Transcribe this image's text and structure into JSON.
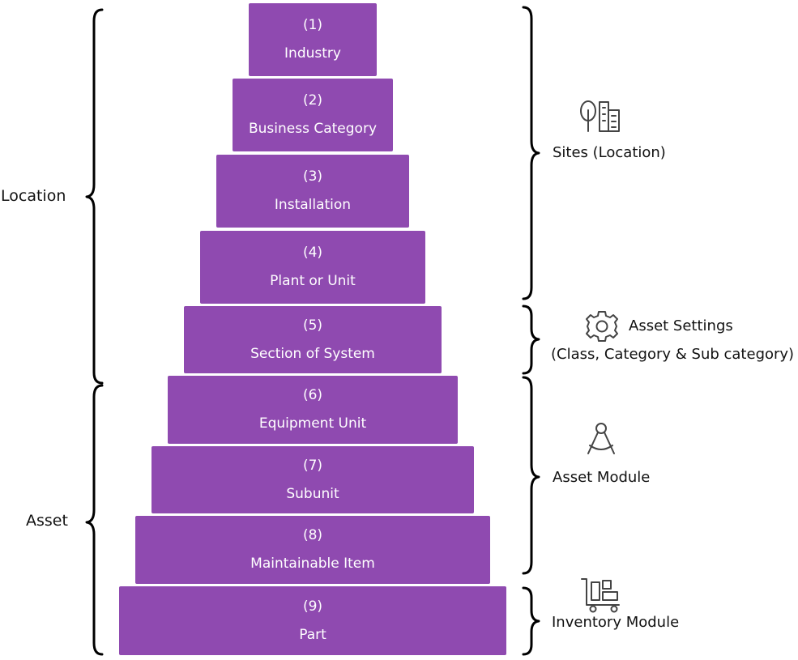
{
  "levels": [
    {
      "number": "(1)",
      "label": "Industry"
    },
    {
      "number": "(2)",
      "label": "Business Category"
    },
    {
      "number": "(3)",
      "label": "Installation"
    },
    {
      "number": "(4)",
      "label": "Plant or Unit"
    },
    {
      "number": "(5)",
      "label": "Section of System"
    },
    {
      "number": "(6)",
      "label": "Equipment Unit"
    },
    {
      "number": "(7)",
      "label": "Subunit"
    },
    {
      "number": "(8)",
      "label": "Maintainable Item"
    },
    {
      "number": "(9)",
      "label": "Part"
    }
  ],
  "left_groups": {
    "location": "Location",
    "asset": "Asset"
  },
  "right_groups": {
    "sites": {
      "label": "Sites (Location)",
      "icon": "city-buildings-icon"
    },
    "asset_settings": {
      "label": "Asset Settings",
      "sublabel": "(Class, Category & Sub category)",
      "icon": "gear-icon"
    },
    "asset_module": {
      "label": "Asset Module",
      "icon": "compass-icon"
    },
    "inventory_module": {
      "label": "Inventory Module",
      "icon": "cart-icon"
    }
  },
  "colors": {
    "level_fill": "#8f4ab0",
    "level_text": "#ffffff",
    "icon_stroke": "#444444"
  }
}
